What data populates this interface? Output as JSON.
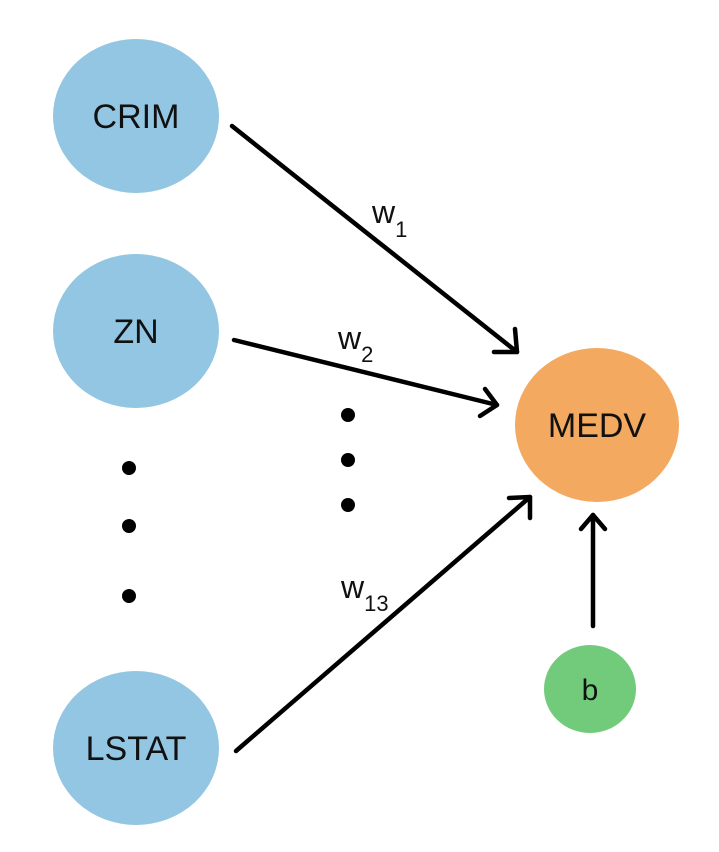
{
  "nodes": {
    "crim": {
      "label": "CRIM",
      "color": "#93c6e3"
    },
    "zn": {
      "label": "ZN",
      "color": "#93c6e3"
    },
    "lstat": {
      "label": "LSTAT",
      "color": "#93c6e3"
    },
    "medv": {
      "label": "MEDV",
      "color": "#f3a95f"
    },
    "bias": {
      "label": "b",
      "color": "#72cb7a"
    }
  },
  "weights": {
    "w1": {
      "base": "w",
      "sub": "1"
    },
    "w2": {
      "base": "w",
      "sub": "2"
    },
    "w13": {
      "base": "w",
      "sub": "13"
    }
  }
}
